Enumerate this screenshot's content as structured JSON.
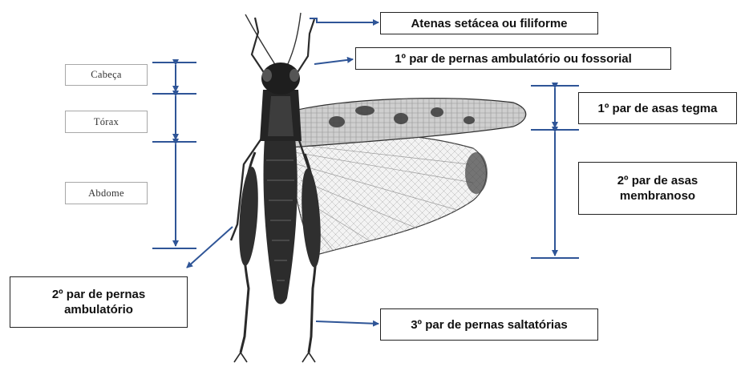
{
  "labels": {
    "antenna": "Atenas setácea ou filiforme",
    "front_legs": "1º par de pernas ambulatório ou  fossorial",
    "forewings": "1º par de asas tegma",
    "hindwings": "2º par de asas membranoso",
    "middle_legs": "2º par de pernas ambulatório",
    "hind_legs": "3º par de pernas saltatórias"
  },
  "body_segments": {
    "head": "Cabeça",
    "thorax": "Tórax",
    "abdomen": "Abdome"
  },
  "colors": {
    "arrow": "#2f5597",
    "label_border": "#222222",
    "segment_border": "#a8a8a8",
    "insect": "#1c1c1c"
  }
}
